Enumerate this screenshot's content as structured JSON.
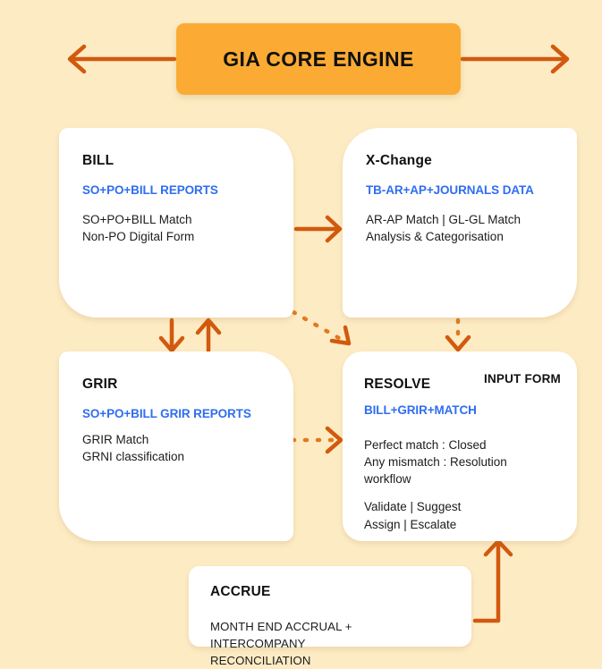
{
  "diagram": {
    "title": "GIA CORE ENGINE",
    "background_color": "#FDEBC4",
    "accent_color": "#D2590E",
    "hero_color": "#FBAB33",
    "link_color": "#2F6EF0"
  },
  "hero": {
    "label": "GIA CORE ENGINE"
  },
  "cards": {
    "bill": {
      "title": "BILL",
      "subtitle": "SO+PO+BILL REPORTS",
      "body": "SO+PO+BILL Match\nNon-PO Digital Form"
    },
    "xchange": {
      "title": "X-Change",
      "subtitle": "TB-AR+AP+JOURNALS DATA",
      "body": "AR-AP Match | GL-GL Match\nAnalysis & Categorisation"
    },
    "grir": {
      "title": "GRIR",
      "subtitle": "SO+PO+BILL GRIR REPORTS",
      "body": "GRIR Match\nGRNI classification"
    },
    "resolve": {
      "tag": "INPUT FORM",
      "title": "RESOLVE",
      "subtitle": "BILL+GRIR+MATCH",
      "body": "Perfect match : Closed\nAny mismatch : Resolution workflow",
      "body2": "Validate | Suggest\nAssign | Escalate"
    },
    "accrue": {
      "title": "ACCRUE",
      "body": "MONTH END ACCRUAL + INTERCOMPANY\nRECONCILIATION"
    }
  },
  "connectors": [
    {
      "name": "engine-out-left",
      "style": "solid",
      "direction": "left"
    },
    {
      "name": "engine-out-right",
      "style": "solid",
      "direction": "right"
    },
    {
      "name": "bill-to-xchange",
      "style": "solid",
      "direction": "right"
    },
    {
      "name": "bill-to-grir",
      "style": "solid",
      "direction": "down"
    },
    {
      "name": "grir-to-bill",
      "style": "solid",
      "direction": "up"
    },
    {
      "name": "bill-to-resolve",
      "style": "dashed",
      "direction": "diagonal-down-right"
    },
    {
      "name": "xchange-to-resolve",
      "style": "dashed",
      "direction": "down"
    },
    {
      "name": "grir-to-resolve",
      "style": "dashed",
      "direction": "right"
    },
    {
      "name": "accrue-to-resolve",
      "style": "solid",
      "direction": "elbow-up"
    }
  ]
}
